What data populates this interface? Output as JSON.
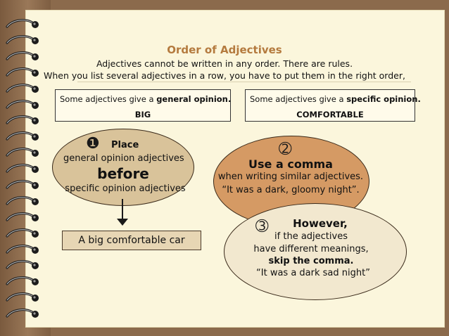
{
  "header": {
    "title": "Order of Adjectives",
    "line1": "Adjectives cannot be written in any order. There are rules.",
    "line2": "When you list several adjectives in a row, you have to put them in the right order,"
  },
  "boxes": {
    "general": {
      "prefix": "Some adjectives give a ",
      "bold": "general opinion.",
      "word": "BIG"
    },
    "specific": {
      "prefix": "Some adjectives give a ",
      "bold": "specific opinion.",
      "word": "COMFORTABLE"
    }
  },
  "rule1": {
    "number": "❶",
    "heading": "Place",
    "line1": "general opinion adjectives",
    "keyword": "before",
    "line2": "specific opinion adjectives"
  },
  "rule2": {
    "number": "➁",
    "heading": "Use a comma",
    "line1": "when writing similar adjectives.",
    "example": "“It was a dark, gloomy night”."
  },
  "rule3": {
    "number": "➂",
    "heading": "However,",
    "line1": "if the adjectives",
    "line2": "have different meanings,",
    "bold": "skip the comma.",
    "example": "“It was a dark sad night”"
  },
  "example_box": {
    "text": "A big comfortable car"
  },
  "colors": {
    "title": "#b47a3e",
    "ellipse1": "#d9c39a",
    "ellipse2": "#d59a64",
    "ellipse3": "#f2e8cf",
    "binder": "#8b6a4c"
  }
}
